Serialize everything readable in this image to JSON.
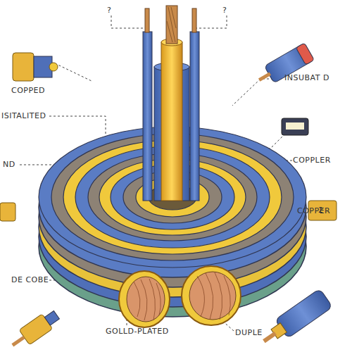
{
  "diagram": {
    "labels": [
      "?",
      "?",
      "COPPED",
      "ISITALITED",
      "ND",
      "DE COBE",
      "INSUBAT D",
      "COPPLER",
      "COPPER",
      "GOLLD-PLATED",
      "DUPLE",
      "2"
    ]
  }
}
